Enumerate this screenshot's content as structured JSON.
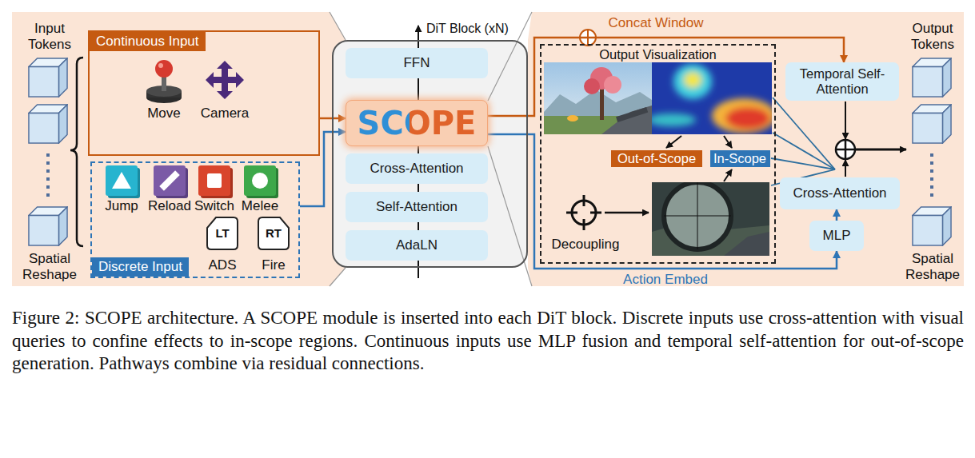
{
  "diagram": {
    "caption": "Figure 2: SCOPE architecture. A SCOPE module is inserted into each DiT block. Discrete inputs use cross-attention with visual queries to confine effects to in-scope regions. Continuous inputs use MLP fusion and temporal self-attention for out-of-scope generation. Pathways combine via residual connections.",
    "nodes": [
      {
        "text": [
          "Continuous Input"
        ]
      },
      {
        "text": [
          "Discrete Input"
        ]
      },
      {
        "text": [
          "DiT Block (xN)"
        ]
      },
      {
        "text": [
          "FFN"
        ],
        "in": 2
      },
      {
        "text": [
          "SCOPE"
        ],
        "in": 2
      },
      {
        "text": [
          "Cross-Attention"
        ],
        "in": 2
      },
      {
        "text": [
          "Self-Attention"
        ],
        "in": 2
      },
      {
        "text": [
          "AdaLN"
        ],
        "in": 2
      },
      {
        "text": [
          "Output Visualization"
        ]
      },
      {
        "text": [
          "Out-of-Scope"
        ],
        "in": 8
      },
      {
        "text": [
          "In-Scope"
        ],
        "in": 8
      },
      {
        "text": [
          "Temporal Self-Attention"
        ]
      },
      {
        "text": [
          "Cross-Attention"
        ]
      },
      {
        "text": [
          "MLP"
        ]
      }
    ],
    "edges": [
      {
        "from": 0,
        "to": 4,
        "arrow": "to"
      },
      {
        "from": 1,
        "to": 4,
        "arrow": "to"
      },
      {
        "from": 4,
        "to": 11,
        "arrow": "to"
      },
      {
        "from": 4,
        "to": 13,
        "arrow": "to"
      },
      {
        "from": 13,
        "to": 12,
        "arrow": "to"
      }
    ],
    "labels": [
      "Input Tokens",
      "Spatial Reshape",
      "Move",
      "Camera",
      "Jump",
      "Reload",
      "Switch",
      "Melee",
      "LT",
      "RT",
      "ADS",
      "Fire",
      "Concat Window",
      "Decoupling",
      "Action Embed",
      "Output Tokens",
      "Spatial Reshape"
    ]
  }
}
